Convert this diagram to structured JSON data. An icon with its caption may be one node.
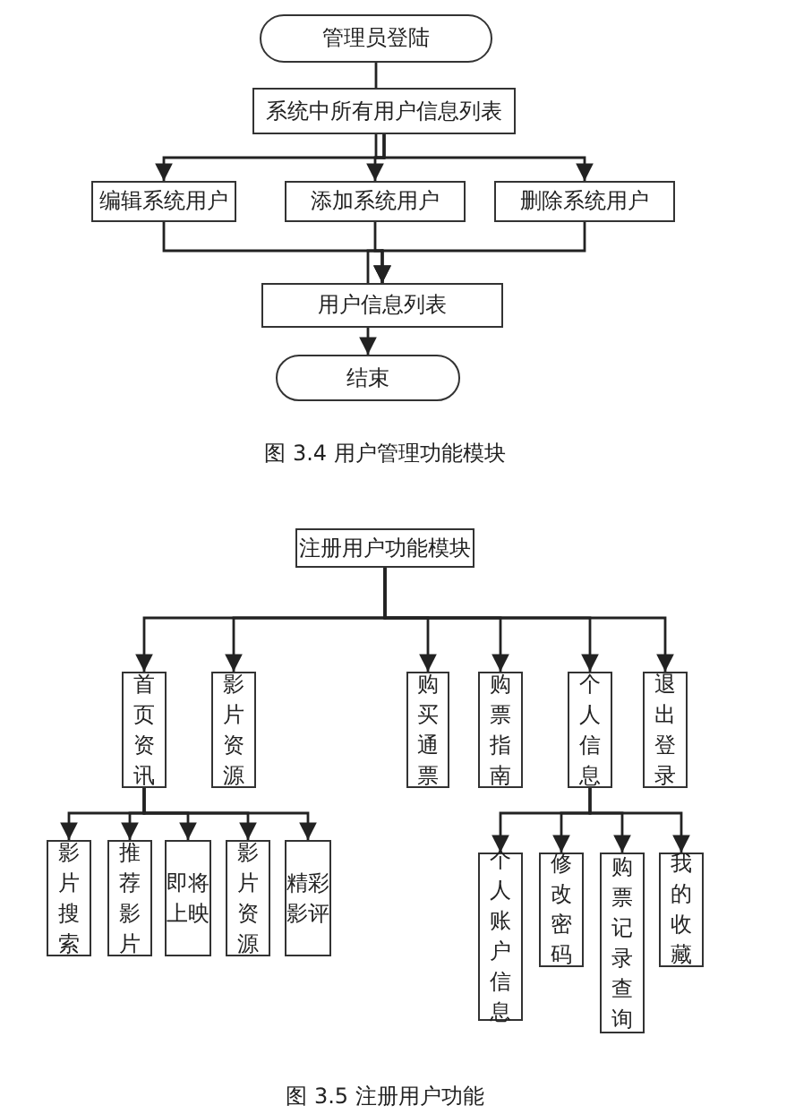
{
  "diagram": {
    "nodes": [
      {
        "text": [
          "管理员登陆"
        ]
      },
      {
        "text": [
          "系统中所有用户信息列表"
        ]
      },
      {
        "text": [
          "编辑系统用户"
        ]
      },
      {
        "text": [
          "添加系统用户"
        ]
      },
      {
        "text": [
          "删除系统用户"
        ]
      },
      {
        "text": [
          "用户信息列表"
        ]
      },
      {
        "text": [
          "结束"
        ]
      },
      {
        "text": [
          "注册用户功能模块"
        ]
      },
      {
        "text": [
          "首页资讯"
        ]
      },
      {
        "text": [
          "影片资源"
        ]
      },
      {
        "text": [
          "购买通票"
        ]
      },
      {
        "text": [
          "购票指南"
        ]
      },
      {
        "text": [
          "个人信息"
        ]
      },
      {
        "text": [
          "退出登录"
        ]
      },
      {
        "text": [
          "影片搜索"
        ]
      },
      {
        "text": [
          "推荐影片"
        ]
      },
      {
        "text": [
          "即将上映"
        ]
      },
      {
        "text": [
          "影片资源"
        ]
      },
      {
        "text": [
          "精彩影评"
        ]
      },
      {
        "text": [
          "个人账户信息"
        ]
      },
      {
        "text": [
          "修改密码"
        ]
      },
      {
        "text": [
          "购票记录查询"
        ]
      },
      {
        "text": [
          "我的收藏"
        ]
      }
    ],
    "edges": [
      {
        "from": 0,
        "to": 1,
        "arrow": "to"
      },
      {
        "from": 1,
        "to": 2,
        "arrow": "to"
      },
      {
        "from": 1,
        "to": 3,
        "arrow": "to"
      },
      {
        "from": 1,
        "to": 4,
        "arrow": "to"
      },
      {
        "from": 2,
        "to": 5,
        "arrow": "to"
      },
      {
        "from": 3,
        "to": 5,
        "arrow": "to"
      },
      {
        "from": 4,
        "to": 5,
        "arrow": "to"
      },
      {
        "from": 5,
        "to": 6,
        "arrow": "to"
      },
      {
        "from": 7,
        "to": 8,
        "arrow": "to"
      },
      {
        "from": 7,
        "to": 9,
        "arrow": "to"
      },
      {
        "from": 7,
        "to": 10,
        "arrow": "to"
      },
      {
        "from": 7,
        "to": 11,
        "arrow": "to"
      },
      {
        "from": 7,
        "to": 12,
        "arrow": "to"
      },
      {
        "from": 7,
        "to": 13,
        "arrow": "to"
      },
      {
        "from": 8,
        "to": 14,
        "arrow": "to"
      },
      {
        "from": 8,
        "to": 15,
        "arrow": "to"
      },
      {
        "from": 8,
        "to": 16,
        "arrow": "to"
      },
      {
        "from": 8,
        "to": 17,
        "arrow": "to"
      },
      {
        "from": 8,
        "to": 18,
        "arrow": "to"
      },
      {
        "from": 12,
        "to": 19,
        "arrow": "to"
      },
      {
        "from": 12,
        "to": 20,
        "arrow": "to"
      },
      {
        "from": 12,
        "to": 21,
        "arrow": "to"
      },
      {
        "from": 12,
        "to": 22,
        "arrow": "to"
      }
    ],
    "labels": [
      "图 3.4 用户管理功能模块",
      "图 3.5 注册用户功能"
    ]
  }
}
